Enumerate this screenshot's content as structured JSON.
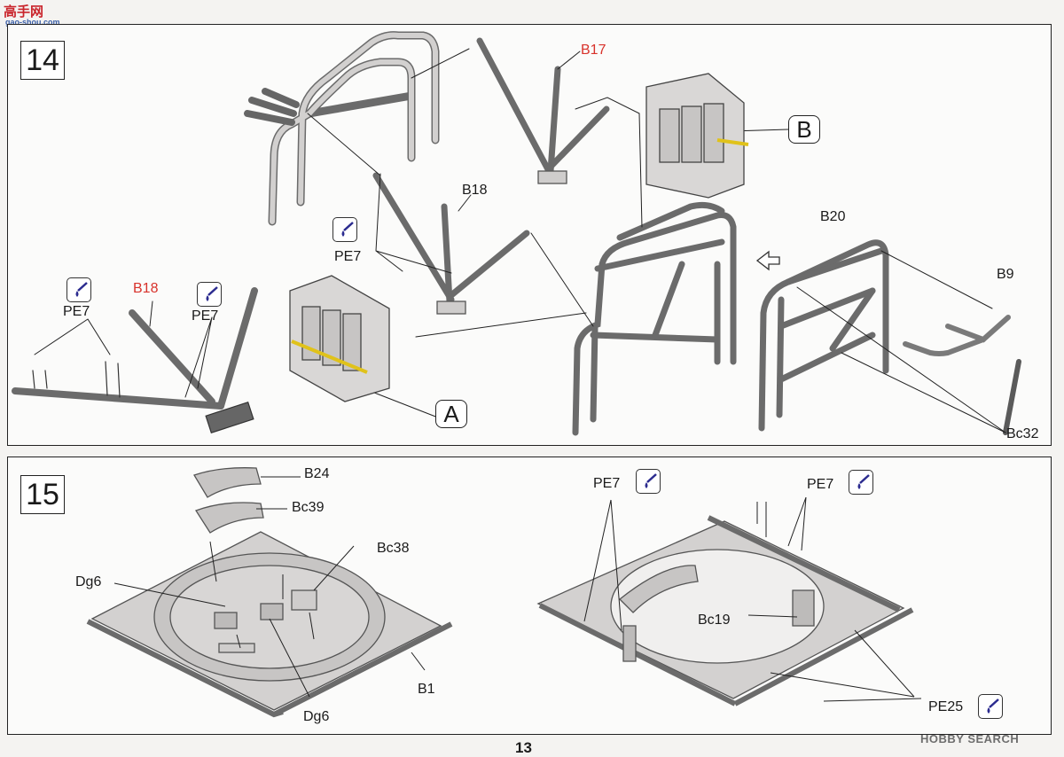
{
  "watermark": {
    "site_logo": "高手网",
    "site_url": "gao-shou.com",
    "hobbysearch": "HOBBY SEARCH"
  },
  "page_number": "13",
  "step14": {
    "number": "14",
    "labels": {
      "b17": "B17",
      "b18_top": "B18",
      "b18_left": "B18",
      "b20": "B20",
      "b9": "B9",
      "bc32": "Bc32",
      "pe7_mid": "PE7",
      "pe7_left": "PE7",
      "pe7_left2": "PE7"
    },
    "callouts": {
      "a": "A",
      "b": "B"
    }
  },
  "step15": {
    "number": "15",
    "labels": {
      "b24": "B24",
      "bc39": "Bc39",
      "bc38": "Bc38",
      "dg6_left": "Dg6",
      "dg6_bottom": "Dg6",
      "b1": "B1",
      "pe7_a": "PE7",
      "pe7_b": "PE7",
      "bc19": "Bc19",
      "pe25": "PE25"
    }
  },
  "colors": {
    "part": "#d2d0cf",
    "part_stroke": "#555555",
    "red_label": "#d8322b",
    "glue": "#2b2b8f"
  }
}
